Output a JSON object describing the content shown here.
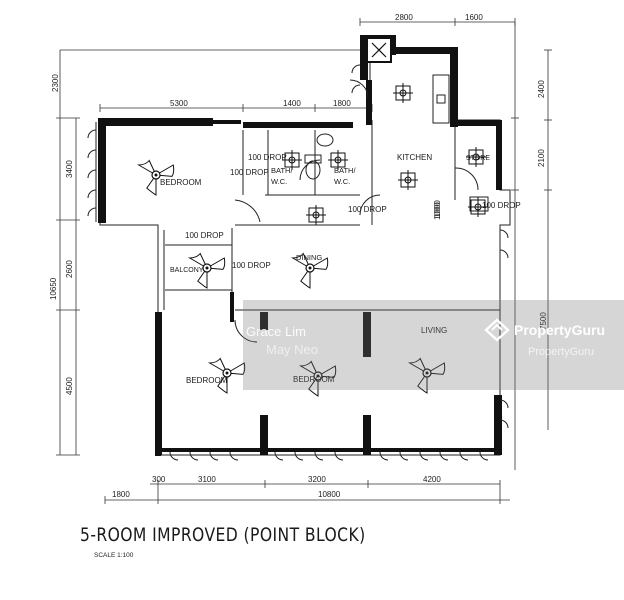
{
  "title": "5-ROOM IMPROVED (POINT BLOCK)",
  "scale": "SCALE  1:100",
  "rooms": {
    "bedroom_top": "BEDROOM",
    "bath1": "BATH/\nW.C.",
    "bath1_a": "BATH/",
    "bath1_b": "W.C.",
    "bath2_a": "BATH/",
    "bath2_b": "W.C.",
    "kitchen": "KITCHEN",
    "store": "STORE",
    "dining": "DINING",
    "balcony": "BALCONY",
    "bedroom_l": "BEDROOM",
    "bedroom_m": "BEDROOM",
    "living": "LIVING"
  },
  "dimensions": {
    "top_2800": "2800",
    "top_1600": "1600",
    "top_5300": "5300",
    "top_1400": "1400",
    "top_1800": "1800",
    "left_2300": "2300",
    "left_3400": "3400",
    "left_10650": "10650",
    "left_2600": "2600",
    "left_4500": "4500",
    "right_2400": "2400",
    "right_2100": "2100",
    "right_7500": "7500",
    "bot_1800": "1800",
    "bot_300": "300",
    "bot_3100": "3100",
    "bot_3200": "3200",
    "bot_4200": "4200",
    "bot_10800": "10800",
    "drop_100a": "100 DROP",
    "drop_100b": "100 DROP",
    "drop_100c": "100 DROP",
    "drop_100d": "100 DROP",
    "drop_100e": "100 DROP",
    "drop_1000a": "1000",
    "drop_1000b": "1000",
    "drop_100f": "100 DROP"
  },
  "watermark": {
    "agent1": "Grace Lim",
    "agent2": "May Neo",
    "brand": "PropertyGuru",
    "brand2": "PropertyGuru"
  },
  "icons": [
    "ceiling-fan-icon",
    "light-fixture-icon",
    "propertyguru-logo-icon"
  ]
}
